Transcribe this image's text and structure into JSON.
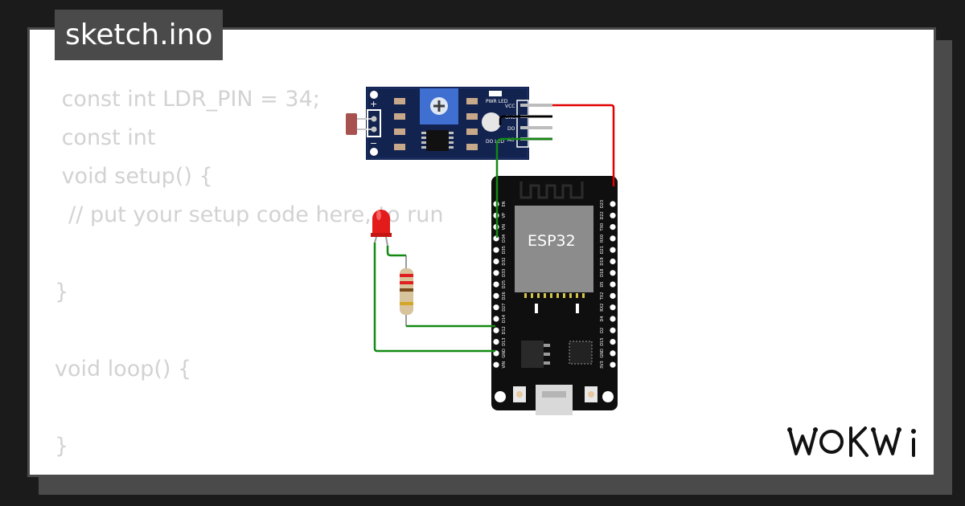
{
  "title": "sketch.ino",
  "code_lines": [
    " const int LDR_PIN = 34;",
    " const int",
    " void setup() {",
    "  // put your setup code here, to run",
    "",
    "}",
    "",
    "void loop() {",
    "",
    "}"
  ],
  "board": {
    "label": "ESP32",
    "left_pins": [
      "EN",
      "VP",
      "VN",
      "D34",
      "D35",
      "D32",
      "D33",
      "D25",
      "D26",
      "D27",
      "D14",
      "D12",
      "D13",
      "GND",
      "VIN"
    ],
    "right_pins": [
      "D23",
      "D22",
      "TX0",
      "RX0",
      "D21",
      "D19",
      "D18",
      "D5",
      "TX2",
      "RX2",
      "D4",
      "D2",
      "D15",
      "GND",
      "3V3"
    ]
  },
  "sensor_module": {
    "plus_label": "+",
    "minus_label": "−",
    "pwr_led_label": "PWR LED",
    "do_led_label": "DO LED",
    "pins": [
      "VCC",
      "GND",
      "DO",
      "AO"
    ]
  },
  "wires": {
    "vcc": "#e00000",
    "gnd": "#000000",
    "signal": "#138a13"
  },
  "logo_text": "WOKWi"
}
